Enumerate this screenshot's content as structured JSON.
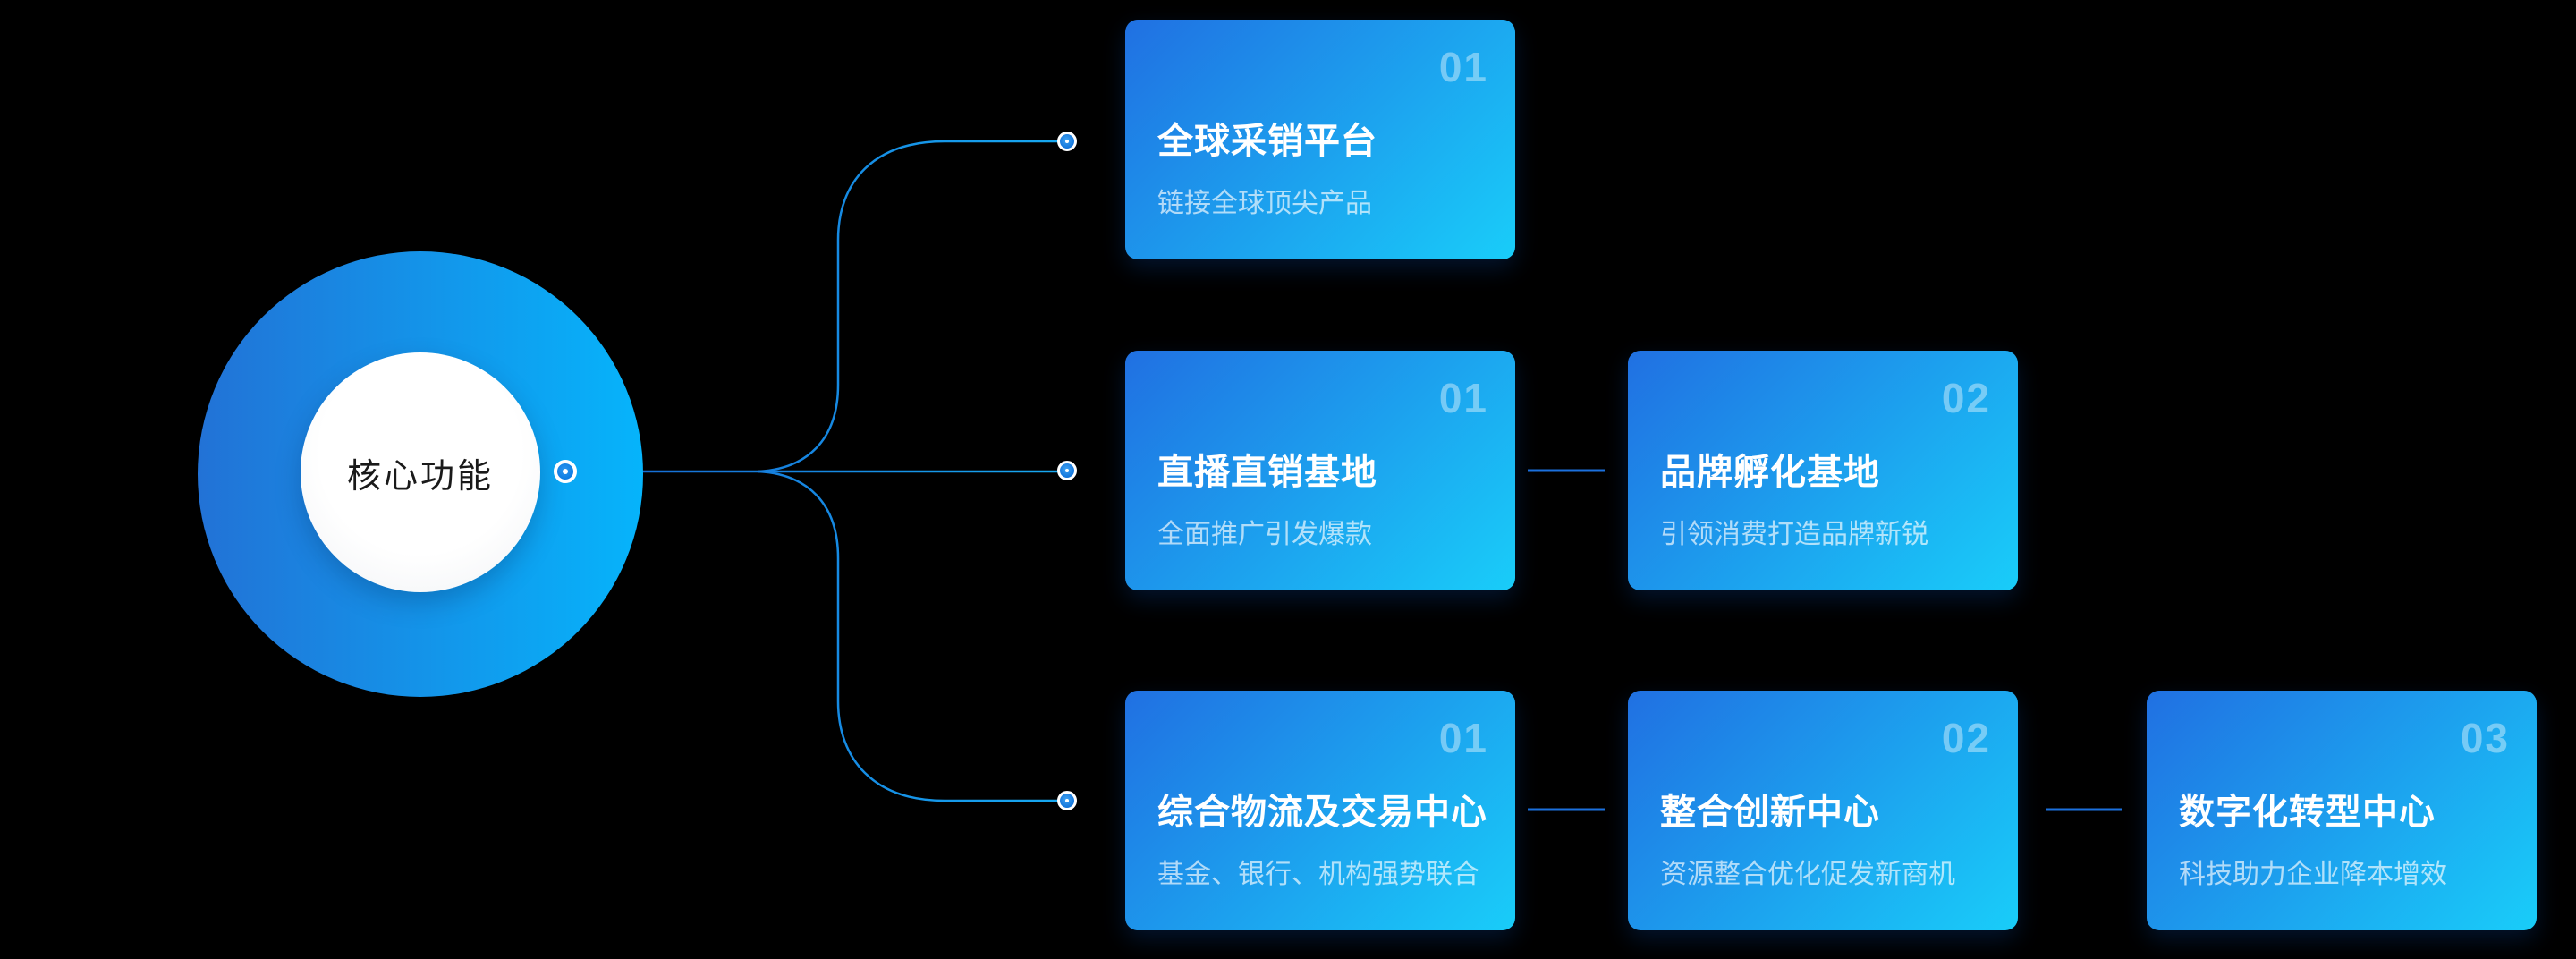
{
  "center": {
    "label": "核心功能"
  },
  "rows": [
    {
      "cards": [
        {
          "number": "01",
          "title": "全球采销平台",
          "subtitle": "链接全球顶尖产品"
        }
      ]
    },
    {
      "cards": [
        {
          "number": "01",
          "title": "直播直销基地",
          "subtitle": "全面推广引发爆款"
        },
        {
          "number": "02",
          "title": "品牌孵化基地",
          "subtitle": "引领消费打造品牌新锐"
        }
      ]
    },
    {
      "cards": [
        {
          "number": "01",
          "title": "综合物流及交易中心",
          "subtitle": "基金、银行、机构强势联合"
        },
        {
          "number": "02",
          "title": "整合创新中心",
          "subtitle": "资源整合优化促发新商机"
        },
        {
          "number": "03",
          "title": "数字化转型中心",
          "subtitle": "科技助力企业降本增效"
        }
      ]
    }
  ],
  "colors": {
    "background": "#000000",
    "hub-grad-left": "#2272D6",
    "hub-grad-right": "#06B4FB",
    "hub-inner": "#FFFFFF",
    "hub-label-color": "#1A1A1A",
    "card-grad-start": "#2070E2",
    "card-grad-end": "#19CDF9",
    "line-dark": "#1563CF",
    "line-bright": "#17AAF2",
    "connector": "#1B70DD"
  }
}
